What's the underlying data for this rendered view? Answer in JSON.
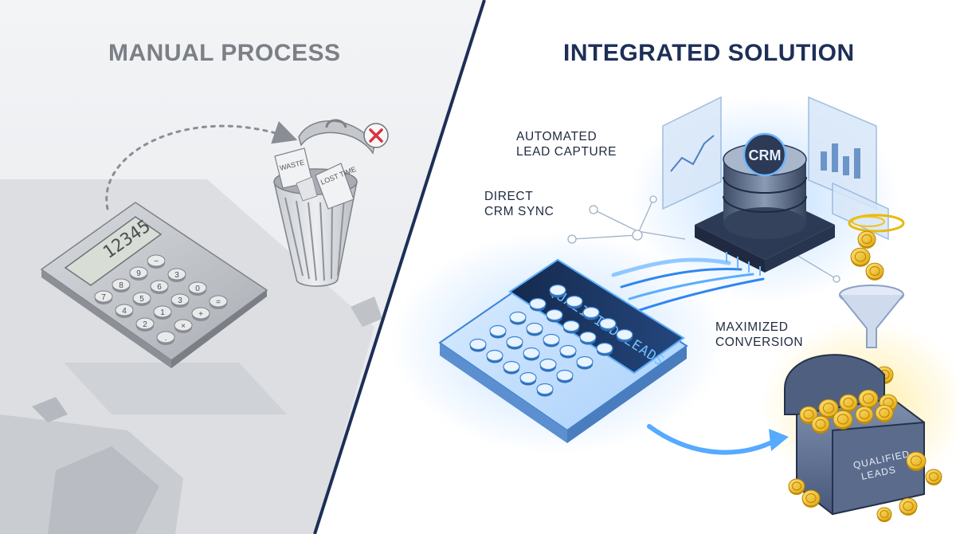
{
  "left_panel": {
    "title": "MANUAL PROCESS",
    "calculator_display": "12345",
    "calculator_keys": [
      "7",
      "8",
      "9",
      "−",
      "4",
      "5",
      "6",
      "3",
      "2",
      "1",
      "3",
      "0",
      ".",
      "×",
      "+",
      "="
    ],
    "paper_labels": [
      "WASTE",
      "LOST TIME"
    ],
    "reject_icon": "x-mark-icon"
  },
  "right_panel": {
    "title": "INTEGRATED SOLUTION",
    "labels": {
      "lead_capture": [
        "AUTOMATED",
        "LEAD CAPTURE"
      ],
      "crm_sync": [
        "DIRECT",
        "CRM SYNC"
      ],
      "conversion": [
        "MAXIMIZED",
        "CONVERSION"
      ]
    },
    "crm_badge": "CRM",
    "calculator_display": "QUALIFIED LEADS",
    "chest_label": [
      "QUALIFIED",
      "LEADS"
    ]
  },
  "colors": {
    "left_title": "#7b7f86",
    "right_title": "#1d2f57",
    "divider": "#1d2f57",
    "glow": "#3b9bff",
    "gold": "#f2c318"
  }
}
